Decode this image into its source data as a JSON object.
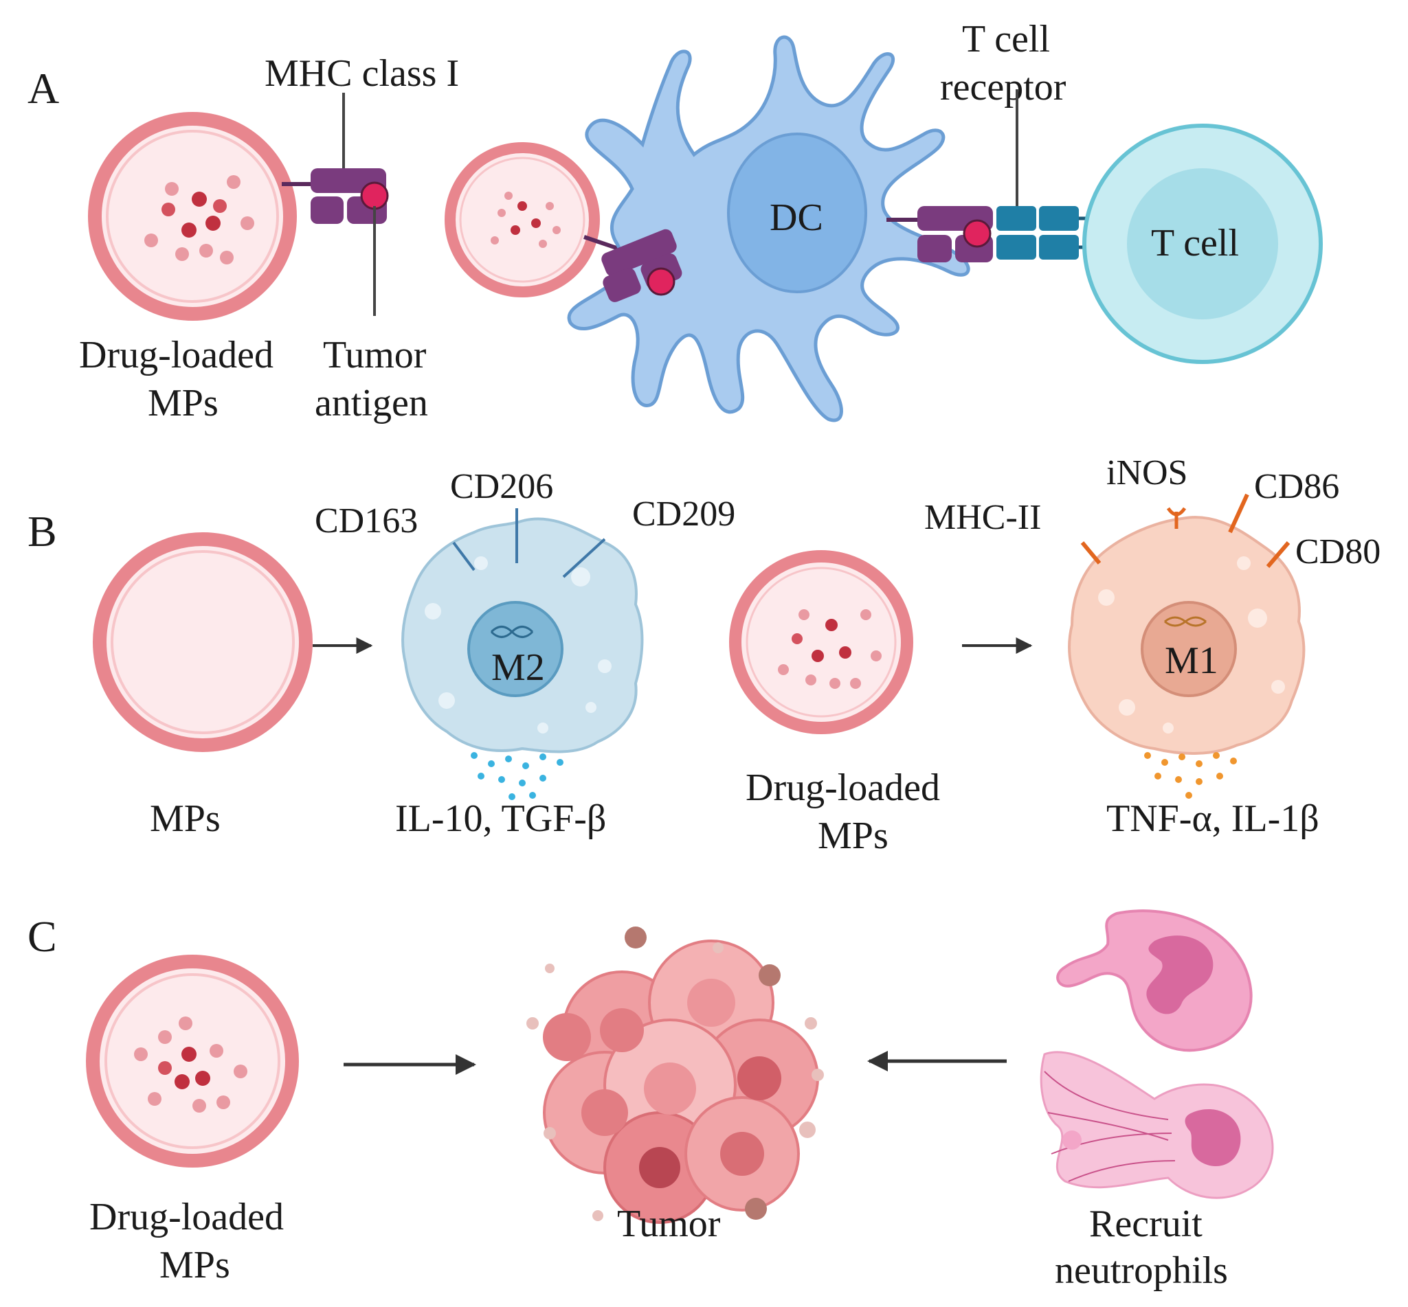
{
  "panels": {
    "a": {
      "letter": "A",
      "mhc_label": "MHC class I",
      "tcr_label_line1": "T cell",
      "tcr_label_line2": "receptor",
      "mp_label_line1": "Drug-loaded",
      "mp_label_line2": "MPs",
      "antigen_label_line1": "Tumor",
      "antigen_label_line2": "antigen",
      "dc_label": "DC",
      "tcell_label": "T cell"
    },
    "b": {
      "letter": "B",
      "mps_label": "MPs",
      "m2_label": "M2",
      "m2_markers": [
        "CD163",
        "CD206",
        "CD209"
      ],
      "m2_cytokines": "IL-10, TGF-β",
      "drug_mp_line1": "Drug-loaded",
      "drug_mp_line2": "MPs",
      "m1_label": "M1",
      "m1_markers": [
        "MHC-II",
        "iNOS",
        "CD86",
        "CD80"
      ],
      "m1_cytokines": "TNF-α, IL-1β"
    },
    "c": {
      "letter": "C",
      "mp_label_line1": "Drug-loaded",
      "mp_label_line2": "MPs",
      "tumor_label": "Tumor",
      "neutrophil_line1": "Recruit",
      "neutrophil_line2": "neutrophils"
    }
  },
  "colors": {
    "mp_ring": "#e8868e",
    "mp_fill": "#fdeaec",
    "dot_dark": "#c0303f",
    "dot_light": "#e99aa2",
    "mhc_purple": "#7a3b7e",
    "antigen_pink": "#e0245e",
    "tcr_teal": "#1f7fa6",
    "dc_blue": "#a9cbef",
    "tcell_cyan": "#c7ecf2",
    "m2_blue": "#cbe2ee",
    "m1_peach": "#f9d3c3",
    "tumor_red": "#ef9ea2",
    "neutrophil_pink": "#f3a6c8"
  }
}
